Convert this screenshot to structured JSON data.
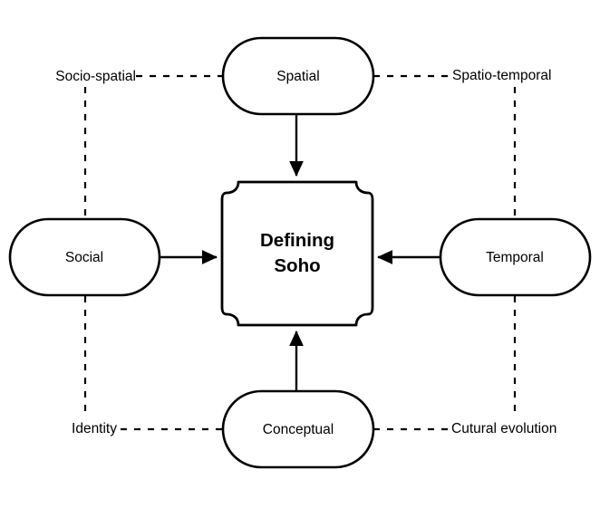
{
  "diagram": {
    "title": "Defining Soho",
    "center": {
      "label_line1": "Defining",
      "label_line2": "Soho"
    },
    "nodes": [
      {
        "id": "spatial",
        "label": "Spatial",
        "position": "top"
      },
      {
        "id": "social",
        "label": "Social",
        "position": "left"
      },
      {
        "id": "temporal",
        "label": "Temporal",
        "position": "right"
      },
      {
        "id": "conceptual",
        "label": "Conceptual",
        "position": "bottom"
      }
    ],
    "corner_labels": [
      {
        "id": "socio-spatial",
        "label": "Socio-spatial",
        "corner": "top-left"
      },
      {
        "id": "spatio-temporal",
        "label": "Spatio-temporal",
        "corner": "top-right"
      },
      {
        "id": "identity",
        "label": "Identity",
        "corner": "bottom-left"
      },
      {
        "id": "cutural-evolution",
        "label": "Cutural evolution",
        "corner": "bottom-right"
      }
    ],
    "arrows": [
      {
        "id": "spatial-to-center",
        "from": "spatial",
        "to": "center",
        "direction": "down"
      },
      {
        "id": "social-to-center",
        "from": "social",
        "to": "center",
        "direction": "right"
      },
      {
        "id": "temporal-to-center",
        "from": "temporal",
        "to": "center",
        "direction": "left"
      },
      {
        "id": "conceptual-to-center",
        "from": "conceptual",
        "to": "center",
        "direction": "up"
      }
    ],
    "colors": {
      "stroke": "#000000",
      "fill": "#ffffff",
      "background": "#ffffff"
    }
  }
}
